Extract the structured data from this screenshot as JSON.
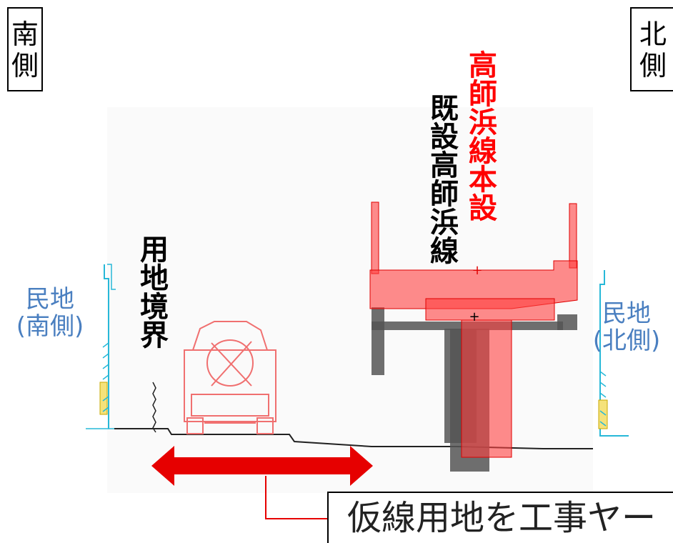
{
  "south_label": [
    "南",
    "側"
  ],
  "north_label": [
    "北",
    "側"
  ],
  "minchi_south": [
    "民地",
    "(南側)"
  ],
  "minchi_north": [
    "民地",
    "(北側)"
  ],
  "boundary_label": "用地境界",
  "existing_line_label": "既設高師浜線",
  "new_line_label": "高師浜線本設",
  "callout_text": "仮線用地を工事ヤー",
  "colors": {
    "red": "#ff0000",
    "red_fill": "#f26a6a",
    "gray_fill": "#555555",
    "blue_text": "#4a7fc0",
    "cyan": "#27b8d8",
    "arrow_red": "#e60000"
  }
}
